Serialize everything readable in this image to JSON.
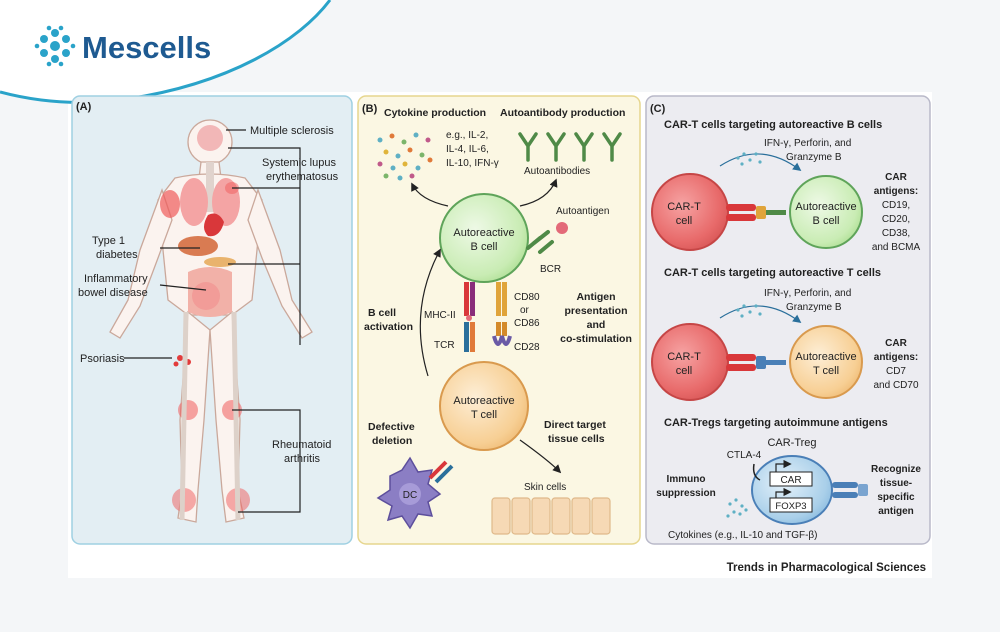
{
  "brand": {
    "name": "Mescells",
    "color": "#1e5a91",
    "accent": "#2aa3c9"
  },
  "footer": {
    "journal": "Trends in Pharmacological Sciences"
  },
  "colors": {
    "panel_a_bg": "#e3eef3",
    "panel_b_bg": "#fbf7e3",
    "panel_c_bg": "#ececf1",
    "cart_cell": "#e86a6a",
    "b_cell": "#c9ecb4",
    "t_cell": "#f7cf94",
    "treg_cell": "#a9cfe9",
    "dc_cell": "#8b7ec4",
    "skin_cell": "#f6d9b5"
  },
  "panel_a": {
    "label": "(A)",
    "icons": [
      "human-body-icon"
    ],
    "diseases": {
      "ms": "Multiple sclerosis",
      "sle_1": "Systemic lupus",
      "sle_2": "erythematosus",
      "t1d_1": "Type 1",
      "t1d_2": "diabetes",
      "ibd_1": "Inflammatory",
      "ibd_2": "bowel disease",
      "psoriasis": "Psoriasis",
      "ra_1": "Rheumatoid",
      "ra_2": "arthritis"
    }
  },
  "panel_b": {
    "label": "(B)",
    "cytokine_title": "Cytokine production",
    "cytokine_list": [
      "e.g., IL-2,",
      "IL-4, IL-6,",
      "IL-10, IFN-γ"
    ],
    "autoantibody_title": "Autoantibody production",
    "autoantibodies": "Autoantibodies",
    "autoantigen": "Autoantigen",
    "b_cell": [
      "Autoreactive",
      "B cell"
    ],
    "bcr": "BCR",
    "b_activation": [
      "B cell",
      "activation"
    ],
    "mhc": "MHC-II",
    "tcr": "TCR",
    "cd80": "CD80",
    "or": "or",
    "cd86": "CD86",
    "cd28": "CD28",
    "antigen_pres": [
      "Antigen",
      "presentation",
      "and",
      "co-stimulation"
    ],
    "t_cell": [
      "Autoreactive",
      "T cell"
    ],
    "defective": [
      "Defective",
      "deletion"
    ],
    "direct": [
      "Direct target",
      "tissue cells"
    ],
    "dc": "DC",
    "skin": "Skin cells"
  },
  "panel_c": {
    "label": "(C)",
    "s1": {
      "title": "CAR-T cells targeting autoreactive B cells",
      "effectors": [
        "IFN-γ, Perforin, and",
        "Granzyme B"
      ],
      "cart": [
        "CAR-T",
        "cell"
      ],
      "target": [
        "Autoreactive",
        "B cell"
      ],
      "antigens": [
        "CAR",
        "antigens:",
        "CD19,",
        "CD20,",
        "CD38,",
        "and BCMA"
      ]
    },
    "s2": {
      "title": "CAR-T cells targeting autoreactive T cells",
      "effectors": [
        "IFN-γ, Perforin, and",
        "Granzyme B"
      ],
      "cart": [
        "CAR-T",
        "cell"
      ],
      "target": [
        "Autoreactive",
        "T cell"
      ],
      "antigens": [
        "CAR",
        "antigens:",
        "CD7",
        "and CD70"
      ]
    },
    "s3": {
      "title": "CAR-Tregs targeting autoimmune antigens",
      "treg": "CAR-Treg",
      "ctla4": "CTLA-4",
      "car": "CAR",
      "foxp3": "FOXP3",
      "immuno": [
        "Immuno",
        "suppression"
      ],
      "recognize": [
        "Recognize",
        "tissue-",
        "specific",
        "antigen"
      ],
      "cytokines": "Cytokines (e.g., IL-10 and TGF-β)"
    }
  }
}
